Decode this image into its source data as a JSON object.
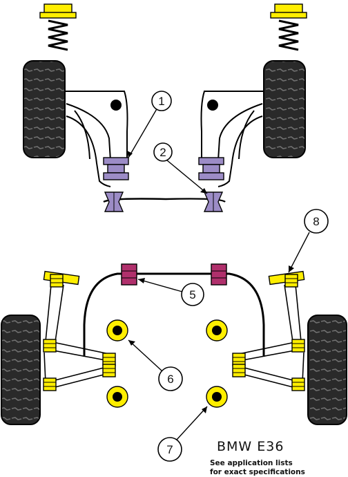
{
  "title": "BMW E36",
  "note_line1": "See application lists",
  "note_line2": "for exact specifications",
  "callouts": [
    "1",
    "2",
    "5",
    "6",
    "7",
    "8"
  ],
  "colors": {
    "bush_purple": "#9c8cc6",
    "bush_magenta": "#b0306c",
    "bush_yellow": "#ffee00",
    "tyre": "#2a2a2a",
    "outline": "#000000"
  }
}
